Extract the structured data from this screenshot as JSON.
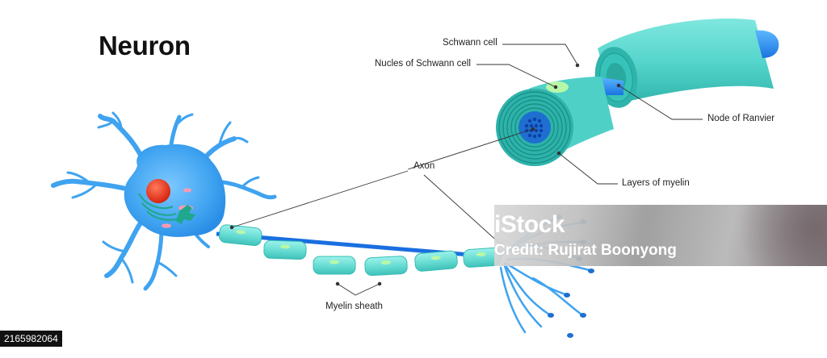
{
  "title": "Neuron",
  "labels": {
    "schwann_cell": "Schwann cell",
    "nucleus_schwann": "Nucles of Schwann cell",
    "node_of_ranvier": "Node of Ranvier",
    "layers_of_myelin": "Layers of myelin",
    "axon": "Axon",
    "myelin_sheath": "Myelin sheath"
  },
  "watermark": {
    "brand": "iStock",
    "credit": "Credit: Rujirat Boonyong",
    "stock_id": "2165982064"
  },
  "colors": {
    "cell_body": "#3fa3f0",
    "cell_dark": "#1e7fd8",
    "myelin": "#69e0d8",
    "myelin_dark": "#2cbdb4",
    "nucleus": "#e8331e",
    "axon_core": "#1a6fe0"
  }
}
